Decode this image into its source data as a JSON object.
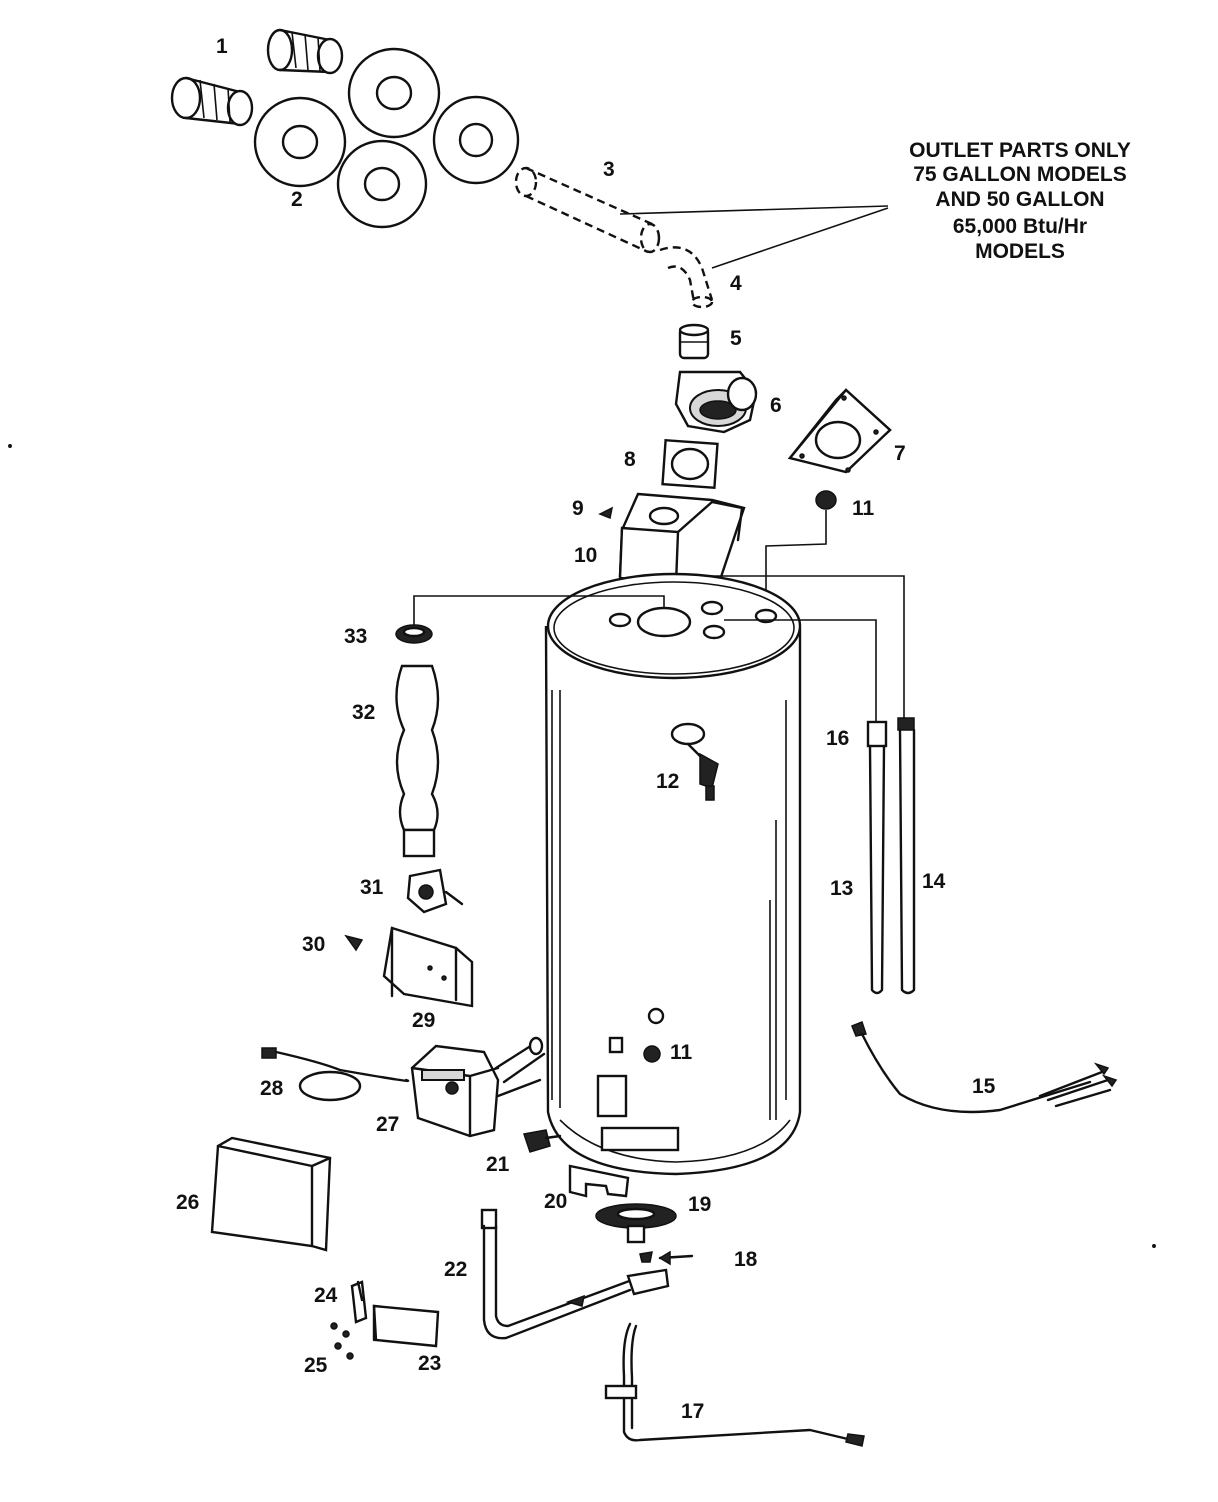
{
  "diagram": {
    "note_lines": [
      "OUTLET PARTS ONLY",
      "75 GALLON MODELS",
      "AND 50 GALLON",
      "65,000 Btu/Hr",
      "MODELS"
    ],
    "part_labels": {
      "p1": "1",
      "p2": "2",
      "p3": "3",
      "p4": "4",
      "p5": "5",
      "p6": "6",
      "p7": "7",
      "p8": "8",
      "p9": "9",
      "p10": "10",
      "p11a": "11",
      "p11b": "11",
      "p12": "12",
      "p13": "13",
      "p14": "14",
      "p15": "15",
      "p16": "16",
      "p17": "17",
      "p18": "18",
      "p19": "19",
      "p20": "20",
      "p21": "21",
      "p22": "22",
      "p23": "23",
      "p24": "24",
      "p25": "25",
      "p26": "26",
      "p27": "27",
      "p28": "28",
      "p29": "29",
      "p30": "30",
      "p31": "31",
      "p32": "32",
      "p33": "33"
    }
  }
}
